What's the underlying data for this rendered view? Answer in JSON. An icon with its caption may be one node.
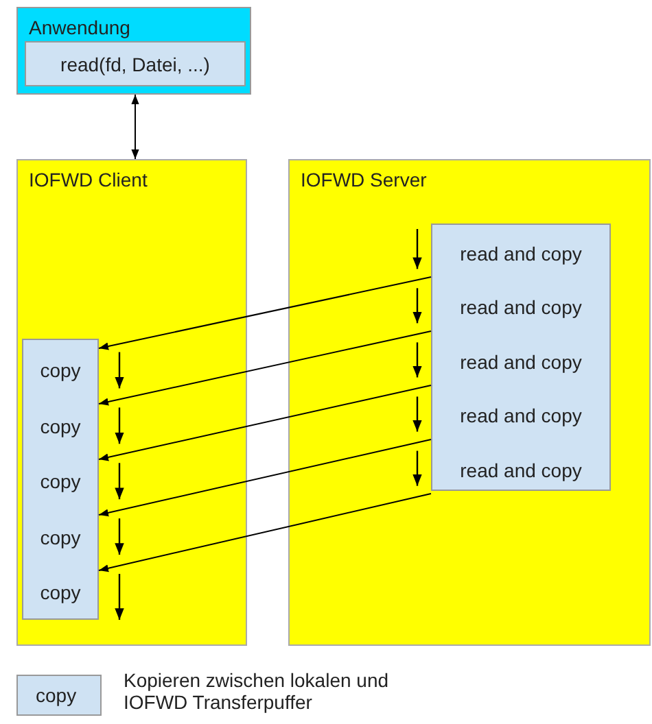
{
  "diagram": {
    "nodes": [
      {
        "text": [
          "Anwendung"
        ]
      },
      {
        "text": [
          "read(fd, Datei, ...)"
        ],
        "in": 0
      },
      {
        "text": [
          "IOFWD Client"
        ]
      },
      {
        "text": [],
        "shape": "box",
        "in": 2
      },
      {
        "text": [
          "copy"
        ],
        "in": 3
      },
      {
        "text": [
          "copy"
        ],
        "in": 3
      },
      {
        "text": [
          "copy"
        ],
        "in": 3
      },
      {
        "text": [
          "copy"
        ],
        "in": 3
      },
      {
        "text": [
          "copy"
        ],
        "in": 3
      },
      {
        "text": [
          "IOFWD Server"
        ]
      },
      {
        "text": [],
        "shape": "box",
        "in": 9
      },
      {
        "text": [
          "read and copy"
        ],
        "in": 10
      },
      {
        "text": [
          "read and copy"
        ],
        "in": 10
      },
      {
        "text": [
          "read and copy"
        ],
        "in": 10
      },
      {
        "text": [
          "read and copy"
        ],
        "in": 10
      },
      {
        "text": [
          "read and copy"
        ],
        "in": 10
      }
    ],
    "edges": [
      {
        "from": 1,
        "to": 2,
        "arrow": "both"
      },
      {
        "from": 11,
        "to": 4,
        "arrow": "to"
      },
      {
        "from": 12,
        "to": 5,
        "arrow": "to"
      },
      {
        "from": 13,
        "to": 6,
        "arrow": "to"
      },
      {
        "from": 14,
        "to": 7,
        "arrow": "to"
      },
      {
        "from": 15,
        "to": 8,
        "arrow": "to"
      }
    ],
    "labels": [
      "copy"
    ],
    "legend": [
      {
        "text": "Kopieren zwischen lokalen und IOFWD Transferpuffer",
        "color": "#cfe2f3"
      }
    ]
  }
}
